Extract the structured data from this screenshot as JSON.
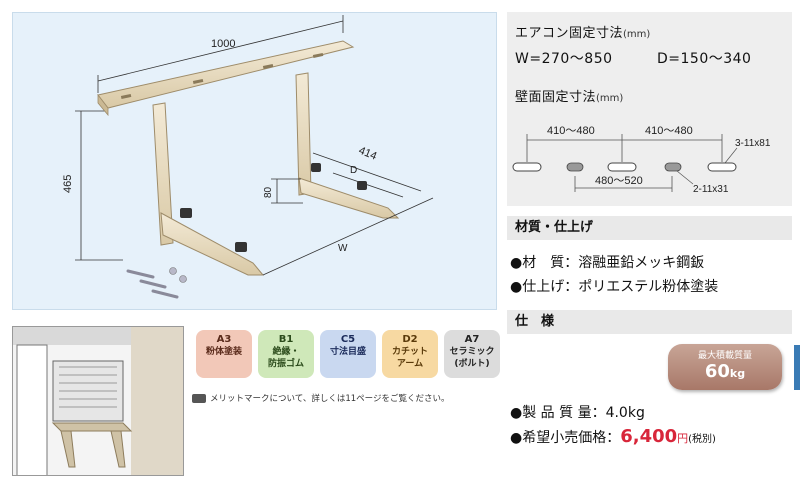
{
  "diagram": {
    "dim_width": "1000",
    "dim_height": "465",
    "dim_depth": "414",
    "dim_step": "80",
    "label_d": "D",
    "label_w": "W"
  },
  "aircon_fix": {
    "title": "エアコン固定寸法",
    "unit": "(mm)",
    "w_range": "W=270～850",
    "d_range": "D=150～340"
  },
  "wall_fix": {
    "title": "壁面固定寸法",
    "unit": "(mm)",
    "span_left": "410～480",
    "span_right": "410～480",
    "span_center": "480～520",
    "hole_top": "3-11x81",
    "hole_bottom": "2-11x31"
  },
  "material": {
    "title": "材質・仕上げ",
    "line1": "●材　質：溶融亜鉛メッキ鋼鈑",
    "line2": "●仕上げ：ポリエステル粉体塗装"
  },
  "spec": {
    "title": "仕　様",
    "load_label": "最大積載質量",
    "load_value": "60",
    "load_unit": "kg",
    "weight_line": "●製 品 質 量：4.0kg",
    "price_label": "●希望小売価格：",
    "price_value": "6,400",
    "price_unit": "円",
    "price_note": "(税別)"
  },
  "badges": [
    {
      "code": "A3",
      "text1": "粉体塗装",
      "text2": "",
      "color": "#f2c8b8",
      "text_color": "#5a2a1a"
    },
    {
      "code": "B1",
      "text1": "絶縁・",
      "text2": "防振ゴム",
      "color": "#cfe8b9",
      "text_color": "#2a4a1a"
    },
    {
      "code": "C5",
      "text1": "寸法目盛",
      "text2": "",
      "color": "#c9d8f0",
      "text_color": "#1a2a5a"
    },
    {
      "code": "D2",
      "text1": "カチット",
      "text2": "アーム",
      "color": "#f7d9a2",
      "text_color": "#5a3a0a"
    },
    {
      "code": "A7",
      "text1": "セラミック",
      "text2": "(ボルト)",
      "color": "#dcdcdc",
      "text_color": "#222222"
    }
  ],
  "merit_note": "メリットマークについて、詳しくは11ページをご覧ください。",
  "colors": {
    "accent_red": "#d8263a",
    "bracket": "#e8dcc4"
  }
}
